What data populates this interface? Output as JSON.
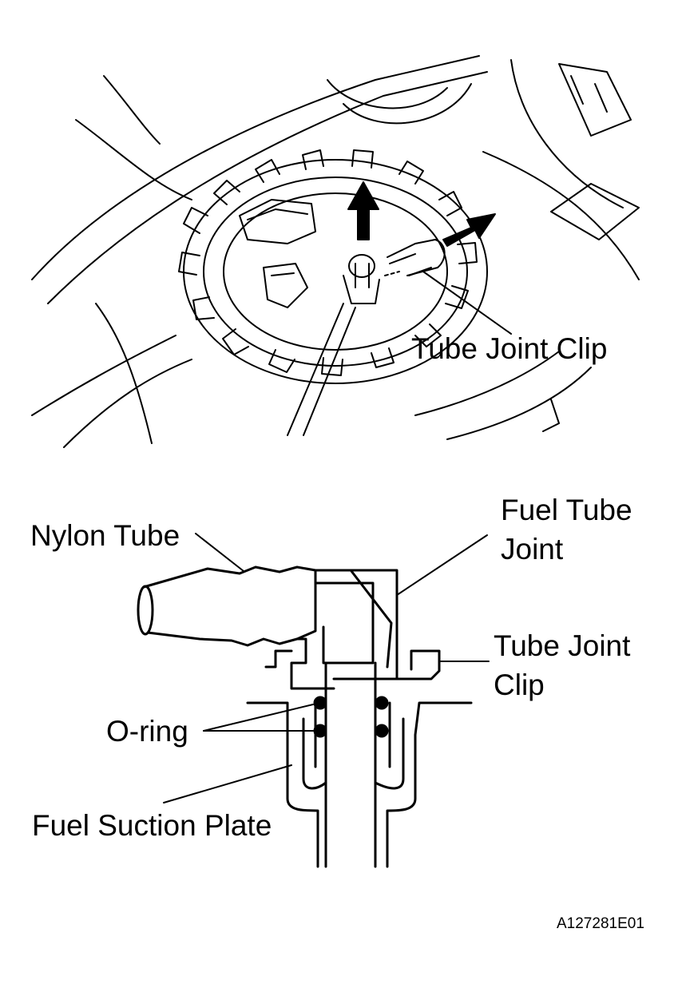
{
  "labels": {
    "top_tube_joint_clip": "Tube Joint Clip",
    "nylon_tube": "Nylon Tube",
    "fuel_tube_joint_line1": "Fuel Tube",
    "fuel_tube_joint_line2": "Joint",
    "tube_joint_clip_line1": "Tube Joint",
    "tube_joint_clip_line2": "Clip",
    "o_ring": "O-ring",
    "fuel_suction_plate": "Fuel Suction Plate"
  },
  "figure_id": "A127281E01",
  "colors": {
    "ink": "#000000",
    "paper": "#ffffff"
  }
}
